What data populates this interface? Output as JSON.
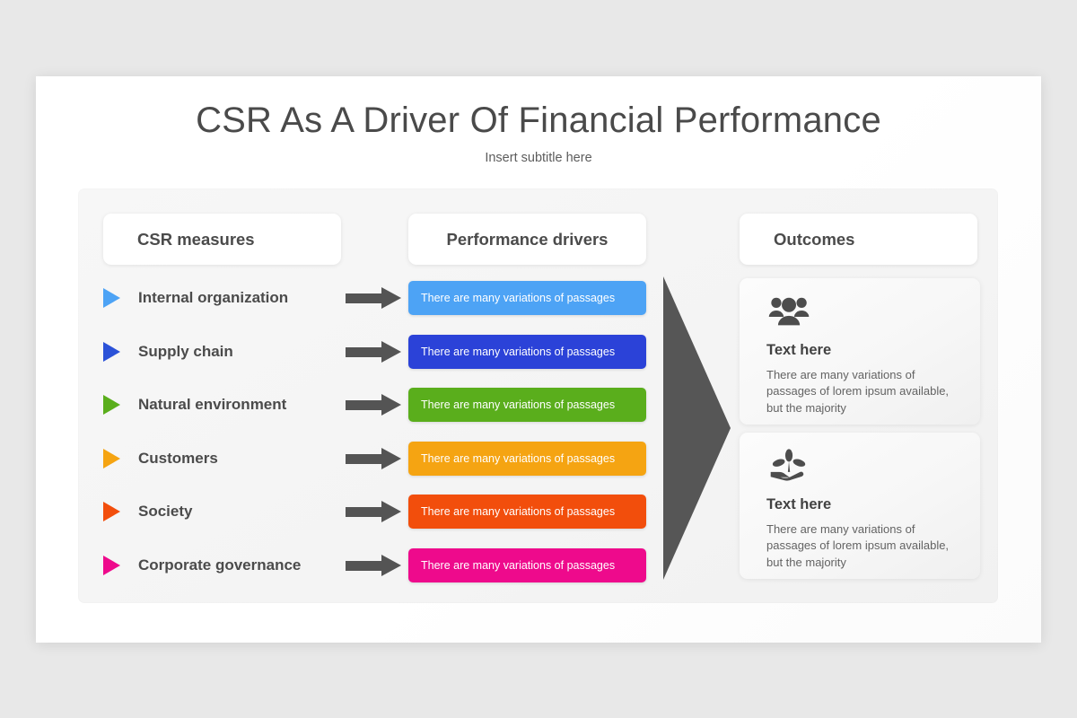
{
  "slide": {
    "title": "CSR As A Driver Of Financial Performance",
    "subtitle": "Insert subtitle here"
  },
  "columns": {
    "csr_measures_header": "CSR measures",
    "performance_drivers_header": "Performance drivers",
    "outcomes_header": "Outcomes"
  },
  "measures": [
    {
      "label": "Internal organization",
      "color": "#4da3f5"
    },
    {
      "label": "Supply chain",
      "color": "#2b52d8"
    },
    {
      "label": "Natural environment",
      "color": "#5aae1c"
    },
    {
      "label": "Customers",
      "color": "#f5a412"
    },
    {
      "label": "Society",
      "color": "#f24e0c"
    },
    {
      "label": "Corporate governance",
      "color": "#ee0a8c"
    }
  ],
  "drivers": [
    {
      "text": "There are many variations of passages",
      "color": "#4da3f5"
    },
    {
      "text": "There are many variations of passages",
      "color": "#2b42d8"
    },
    {
      "text": "There are many variations of passages",
      "color": "#5aae1c"
    },
    {
      "text": "There are many variations of passages",
      "color": "#f5a412"
    },
    {
      "text": "There are many variations of passages",
      "color": "#f24e0c"
    },
    {
      "text": "There are many variations of passages",
      "color": "#ee0a8c"
    }
  ],
  "outcomes": [
    {
      "icon": "people-group-icon",
      "title": "Text here",
      "body": "There are many variations of passages of lorem ipsum available, but the majority"
    },
    {
      "icon": "hand-plant-icon",
      "title": "Text here",
      "body": "There are many variations of passages of lorem ipsum available, but the majority"
    }
  ],
  "theme": {
    "arrow_color": "#545454",
    "big_arrow_color": "#565656",
    "text_color": "#4b4b4b",
    "canvas_color": "#e8e8e8",
    "slide_color": "#ffffff"
  }
}
